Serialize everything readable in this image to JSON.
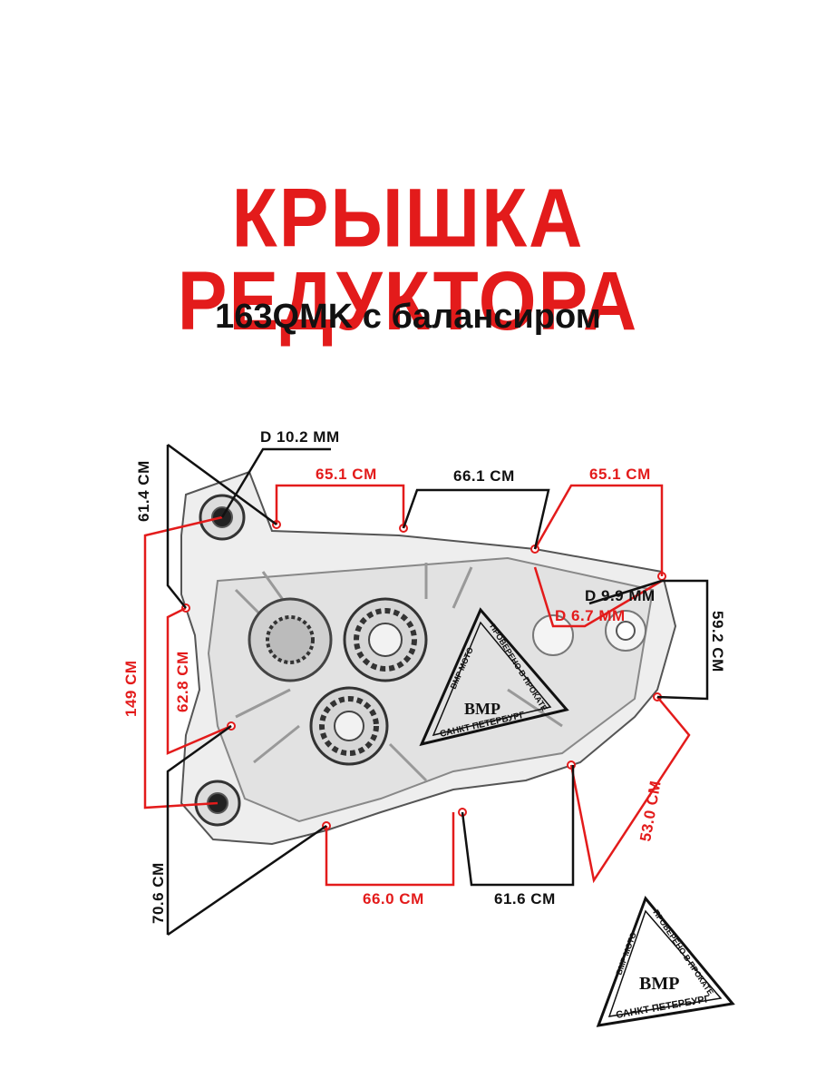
{
  "title": "КРЫШКА РЕДУКТОРА",
  "subtitle": "163QMK с балансиром",
  "dimensions": {
    "d1": "D 10.2 MM",
    "d2": "D 9.9 MM",
    "d3": "D 6.7 MM",
    "top_left_1": "65.1 CM",
    "top_mid": "66.1 CM",
    "top_right_1": "65.1 CM",
    "left_top_vertical": "61.4 CM",
    "left_long": "149 CM",
    "left_mid": "62.8 CM",
    "left_bottom": "70.6 CM",
    "right_vertical": "59.2 CM",
    "right_diag": "53.0 CM",
    "bottom_left": "66.0 CM",
    "bottom_right": "61.6 CM"
  },
  "stamp": {
    "line1": "ВМР МОТО",
    "line2": "ПРОВЕРЕНО В ПРОКАТЕ",
    "logo": "BMP",
    "city": "САНКТ ПЕТЕРБУРГ"
  },
  "colors": {
    "accent": "#e31b1b",
    "text": "#111111"
  }
}
